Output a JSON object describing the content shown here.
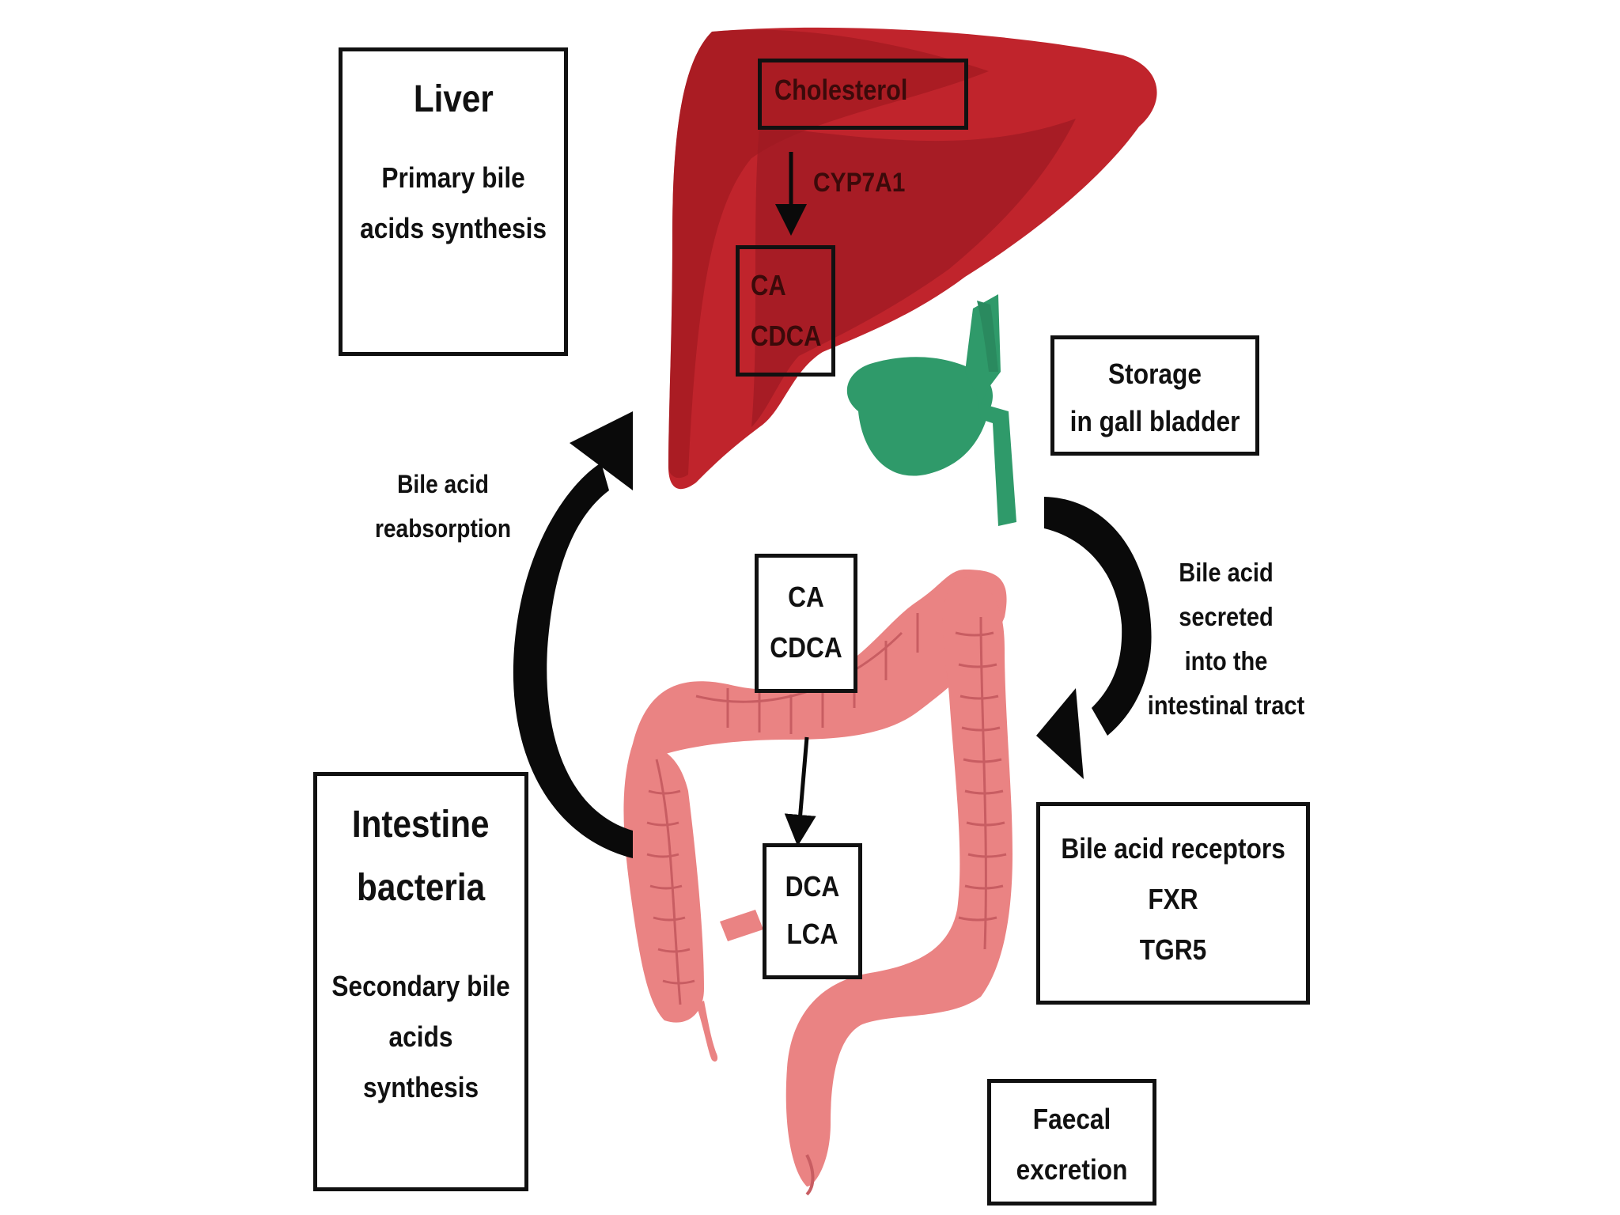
{
  "liver_box": {
    "title": "Liver",
    "lines": [
      "Primary bile",
      "acids synthesis"
    ]
  },
  "liver_inner": {
    "cholesterol": "Cholesterol",
    "enzyme": "CYP7A1",
    "products": [
      "CA",
      "CDCA"
    ]
  },
  "gallbladder_box": {
    "lines": [
      "Storage",
      "in gall bladder"
    ]
  },
  "reabsorption_label": {
    "lines": [
      "Bile acid",
      "reabsorption"
    ]
  },
  "secretion_label": {
    "lines": [
      "Bile acid",
      "secreted",
      "into the",
      "intestinal tract"
    ]
  },
  "intestine_primary": {
    "lines": [
      "CA",
      "CDCA"
    ]
  },
  "intestine_secondary": {
    "lines": [
      "DCA",
      "LCA"
    ]
  },
  "intestine_box": {
    "title": [
      "Intestine",
      "bacteria"
    ],
    "lines": [
      "Secondary bile",
      "acids",
      "synthesis"
    ]
  },
  "receptors_box": {
    "lines": [
      "Bile acid receptors",
      "FXR",
      "TGR5"
    ]
  },
  "faecal_box": {
    "lines": [
      "Faecal",
      "excretion"
    ]
  },
  "colors": {
    "liver": "#c0242c",
    "liver_shadow": "#97161d",
    "gallbladder": "#2f9a6a",
    "intestine": "#ea8383",
    "intestine_dark": "#c85d62",
    "arrow": "#0a0a0a",
    "box_border": "#111111"
  }
}
